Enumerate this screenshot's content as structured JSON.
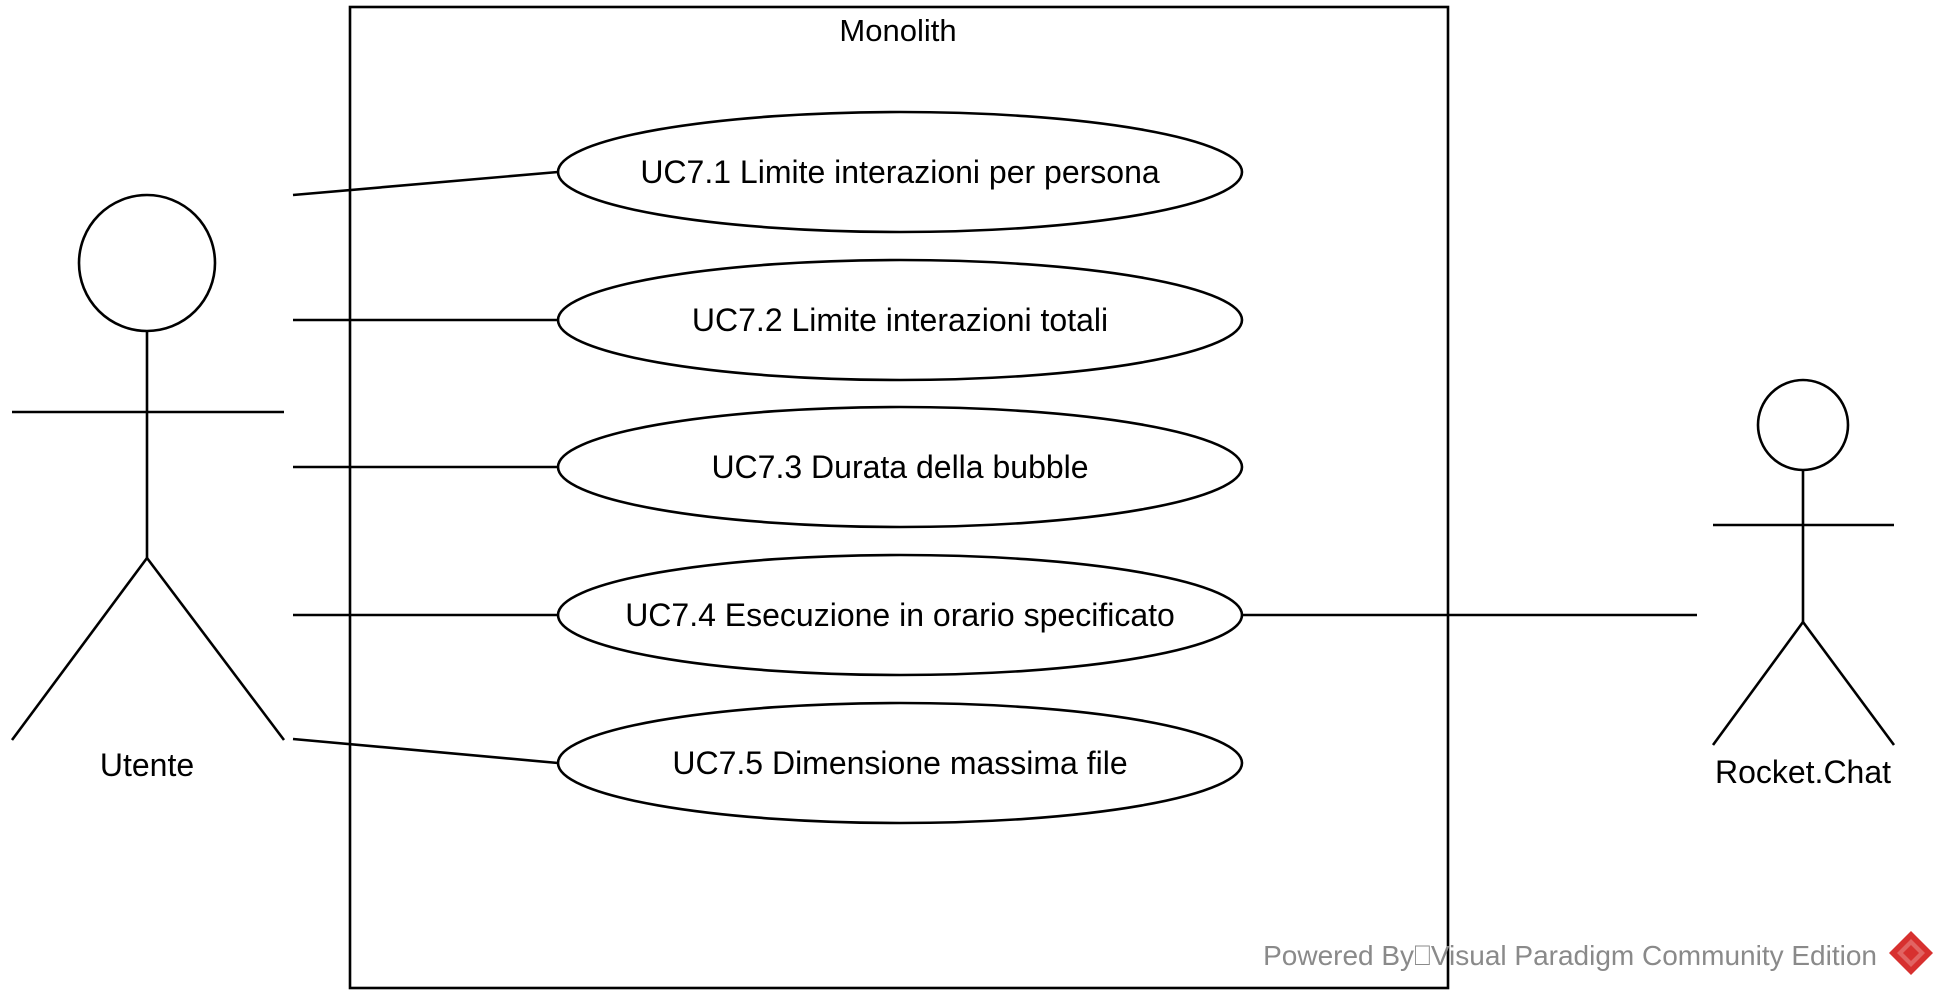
{
  "system": {
    "name": "Monolith"
  },
  "actors": {
    "user": {
      "name": "Utente"
    },
    "external": {
      "name": "Rocket.Chat"
    }
  },
  "use_cases": [
    {
      "label": "UC7.1 Limite interazioni per persona"
    },
    {
      "label": "UC7.2 Limite interazioni totali"
    },
    {
      "label": "UC7.3 Durata della bubble"
    },
    {
      "label": "UC7.4 Esecuzione in orario specificato"
    },
    {
      "label": "UC7.5 Dimensione massima file"
    }
  ],
  "watermark": {
    "text": "Powered By⎕Visual Paradigm Community Edition",
    "text_color": "#8a8a8a",
    "logo_color": "#d7302f"
  }
}
